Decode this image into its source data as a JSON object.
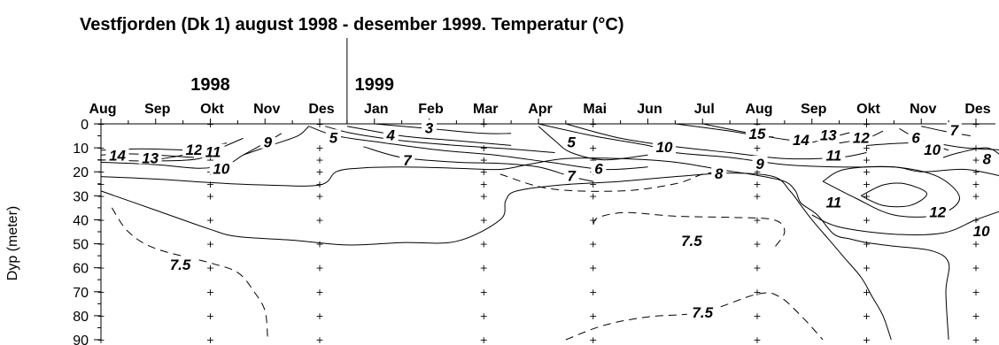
{
  "chart_data": {
    "type": "contour",
    "title": "Vestfjorden (Dk 1) august 1998 - desember 1999. Temperatur (°C)",
    "ylabel": "Dyp (meter)",
    "ylim": [
      0,
      90
    ],
    "y_reversed": true,
    "yticks": [
      0,
      10,
      20,
      30,
      40,
      50,
      60,
      70,
      80,
      90
    ],
    "years": [
      {
        "label": "1998",
        "month_index": 2
      },
      {
        "label": "1999",
        "month_index": 5
      }
    ],
    "year_divider_month": 4.5,
    "months": [
      "Aug",
      "Sep",
      "Okt",
      "Nov",
      "Des",
      "Jan",
      "Feb",
      "Mar",
      "Apr",
      "Mai",
      "Jun",
      "Jul",
      "Aug",
      "Sep",
      "Okt",
      "Nov",
      "Des"
    ],
    "station_months": [
      0,
      2,
      4,
      7,
      9,
      12,
      14,
      16
    ],
    "station_depths": [
      0,
      10,
      15,
      20,
      25,
      30,
      40,
      50,
      60,
      70,
      80,
      90
    ],
    "contours": [
      {
        "value": "14",
        "dashed": false,
        "points": [
          [
            0.0,
            11
          ],
          [
            0.5,
            10.5
          ],
          [
            1.0,
            10.5
          ],
          [
            1.6,
            11
          ]
        ],
        "label": [
          0.3,
          13.5
        ]
      },
      {
        "value": "13",
        "dashed": false,
        "points": [
          [
            0.0,
            13
          ],
          [
            0.5,
            12.5
          ],
          [
            1.0,
            13
          ],
          [
            1.7,
            14
          ]
        ],
        "label": [
          0.9,
          14.5
        ]
      },
      {
        "value": "12",
        "dashed": false,
        "points": [
          [
            1.0,
            15
          ],
          [
            1.5,
            13
          ],
          [
            2.0,
            9.5
          ],
          [
            2.3,
            8
          ]
        ],
        "label": [
          1.7,
          11
        ]
      },
      {
        "value": "11",
        "dashed": false,
        "points": [
          [
            0.0,
            15
          ],
          [
            1.0,
            15.5
          ],
          [
            1.8,
            14.5
          ],
          [
            2.2,
            10
          ],
          [
            2.6,
            6
          ]
        ],
        "label": [
          2.05,
          12
        ]
      },
      {
        "value": "10",
        "dashed": false,
        "points": [
          [
            0.0,
            16
          ],
          [
            1.0,
            17
          ],
          [
            1.8,
            18.5
          ],
          [
            2.3,
            17
          ],
          [
            2.6,
            13
          ],
          [
            3.0,
            8
          ],
          [
            3.3,
            4
          ]
        ],
        "label": [
          2.2,
          19
        ]
      },
      {
        "value": "9",
        "dashed": false,
        "points": [
          [
            0.0,
            22
          ],
          [
            1.0,
            23
          ],
          [
            2.0,
            24.5
          ],
          [
            3.0,
            25.5
          ],
          [
            4.0,
            25.5
          ],
          [
            4.3,
            20
          ],
          [
            4.7,
            18.5
          ],
          [
            5.5,
            18
          ],
          [
            6.5,
            18.5
          ],
          [
            7.3,
            19
          ],
          [
            7.8,
            17
          ],
          [
            8.5,
            14.5
          ],
          [
            9.5,
            14.5
          ],
          [
            10.5,
            16
          ],
          [
            11.3,
            19
          ],
          [
            12.0,
            21.5
          ],
          [
            12.5,
            24
          ],
          [
            12.7,
            28
          ],
          [
            12.8,
            33
          ],
          [
            13.1,
            38
          ],
          [
            13.4,
            46
          ],
          [
            13.7,
            48
          ],
          [
            14.0,
            49.5
          ],
          [
            14.5,
            51
          ],
          [
            15.2,
            53
          ],
          [
            15.5,
            58
          ],
          [
            15.45,
            70
          ],
          [
            15.5,
            90
          ]
        ],
        "label": [
          12.05,
          17
        ]
      },
      {
        "value": "9",
        "dashed": false,
        "points": [
          [
            2.6,
            13
          ],
          [
            3.1,
            9
          ],
          [
            3.6,
            5
          ],
          [
            3.8,
            1
          ]
        ],
        "label": [
          3.05,
          8
        ]
      },
      {
        "value": "8",
        "dashed": false,
        "points": [
          [
            0.0,
            28
          ],
          [
            1.0,
            36
          ],
          [
            2.0,
            44
          ],
          [
            2.5,
            47
          ],
          [
            3.5,
            48.5
          ],
          [
            4.5,
            50.5
          ],
          [
            5.5,
            49.5
          ],
          [
            6.5,
            49
          ],
          [
            7.3,
            40
          ],
          [
            7.4,
            32
          ],
          [
            7.6,
            28
          ],
          [
            8.4,
            25.5
          ],
          [
            9.5,
            24
          ],
          [
            10.5,
            22
          ],
          [
            11.5,
            20.5
          ],
          [
            12.3,
            22
          ],
          [
            12.6,
            28
          ],
          [
            12.8,
            34
          ],
          [
            13.0,
            40
          ],
          [
            13.3,
            48
          ],
          [
            13.6,
            56
          ],
          [
            13.9,
            64
          ],
          [
            14.1,
            72
          ],
          [
            14.3,
            80
          ],
          [
            14.45,
            90
          ]
        ],
        "label": [
          11.3,
          21
        ]
      },
      {
        "value": "8",
        "dashed": false,
        "points": [
          [
            15.4,
            14
          ],
          [
            15.7,
            12
          ],
          [
            16.2,
            10
          ],
          [
            16.5,
            14
          ]
        ],
        "label": [
          16.2,
          15
        ]
      },
      {
        "value": "7.5",
        "dashed": true,
        "points": [
          [
            0.2,
            35
          ],
          [
            0.5,
            45
          ],
          [
            1.0,
            52
          ],
          [
            2.0,
            58
          ],
          [
            2.5,
            62
          ],
          [
            2.8,
            70
          ],
          [
            3.0,
            78
          ],
          [
            3.05,
            90
          ]
        ],
        "label": [
          1.45,
          59
        ]
      },
      {
        "value": "7.5",
        "dashed": true,
        "points": [
          [
            9.0,
            42
          ],
          [
            9.1,
            39
          ],
          [
            9.6,
            37
          ],
          [
            10.5,
            38.5
          ],
          [
            11.5,
            39
          ],
          [
            12.3,
            40
          ],
          [
            12.5,
            45
          ],
          [
            12.3,
            52
          ]
        ],
        "label": [
          10.8,
          49
        ]
      },
      {
        "value": "7.5",
        "dashed": true,
        "points": [
          [
            8.5,
            90
          ],
          [
            9.2,
            84
          ],
          [
            10.0,
            80.5
          ],
          [
            11.0,
            78.5
          ],
          [
            12.0,
            71
          ],
          [
            12.4,
            72
          ],
          [
            12.8,
            80
          ],
          [
            13.2,
            90
          ]
        ],
        "label": [
          11.0,
          79
        ]
      },
      {
        "value": "7",
        "dashed": false,
        "points": [
          [
            4.8,
            9.5
          ],
          [
            5.5,
            14
          ],
          [
            6.5,
            16
          ],
          [
            7.3,
            16.5
          ],
          [
            8.0,
            18
          ],
          [
            8.6,
            22
          ],
          [
            9.0,
            24
          ]
        ],
        "label": [
          5.6,
          15.5
        ]
      },
      {
        "value": "7",
        "dashed": true,
        "points": [
          [
            7.3,
            21
          ],
          [
            8.2,
            27
          ],
          [
            9.5,
            28
          ],
          [
            10.5,
            25
          ],
          [
            11.0,
            21
          ],
          [
            11.3,
            20
          ]
        ],
        "label": [
          8.6,
          22
        ]
      },
      {
        "value": "6",
        "dashed": false,
        "points": [
          [
            3.8,
            1
          ],
          [
            4.3,
            5
          ],
          [
            5.2,
            8
          ],
          [
            6.2,
            11
          ],
          [
            7.2,
            13
          ],
          [
            8.2,
            16
          ],
          [
            9.2,
            19
          ],
          [
            10.0,
            18
          ]
        ],
        "label": [
          9.1,
          19
        ]
      },
      {
        "value": "6",
        "dashed": false,
        "points": [
          [
            14.6,
            2
          ],
          [
            15.0,
            7
          ],
          [
            15.5,
            11
          ]
        ],
        "label": [
          14.9,
          6
        ]
      },
      {
        "value": "5",
        "dashed": false,
        "points": [
          [
            4.1,
            1
          ],
          [
            4.6,
            4
          ],
          [
            5.5,
            7
          ],
          [
            6.5,
            9
          ],
          [
            7.5,
            10.5
          ],
          [
            8.3,
            12
          ]
        ],
        "label": [
          4.25,
          6
        ]
      },
      {
        "value": "5",
        "dashed": false,
        "points": [
          [
            8.0,
            1
          ],
          [
            8.3,
            7
          ],
          [
            8.6,
            12
          ],
          [
            9.2,
            15
          ],
          [
            10.0,
            13
          ]
        ],
        "label": [
          8.6,
          8
        ]
      },
      {
        "value": "4",
        "dashed": false,
        "points": [
          [
            4.5,
            1
          ],
          [
            5.5,
            5
          ],
          [
            6.5,
            7
          ],
          [
            7.5,
            9
          ]
        ],
        "label": [
          5.3,
          5
        ]
      },
      {
        "value": "3",
        "dashed": false,
        "points": [
          [
            5.0,
            0
          ],
          [
            6.0,
            2
          ],
          [
            7.0,
            4
          ],
          [
            7.5,
            4
          ]
        ],
        "label": [
          6.0,
          2
        ]
      },
      {
        "value": "10",
        "dashed": false,
        "points": [
          [
            8.0,
            0
          ],
          [
            9.0,
            5
          ],
          [
            10.0,
            9
          ],
          [
            10.5,
            12
          ],
          [
            11.5,
            14
          ],
          [
            12.5,
            17
          ],
          [
            13.5,
            18
          ],
          [
            14.5,
            18
          ],
          [
            15.0,
            20
          ],
          [
            15.8,
            19
          ],
          [
            16.5,
            22
          ]
        ],
        "label": [
          10.3,
          10
        ]
      },
      {
        "value": "10",
        "dashed": false,
        "points": [
          [
            14.0,
            9
          ],
          [
            14.7,
            8
          ],
          [
            15.2,
            8
          ],
          [
            15.8,
            10
          ],
          [
            16.6,
            11
          ]
        ],
        "label": [
          15.2,
          11
        ]
      },
      {
        "value": "10",
        "dashed": false,
        "points": [
          [
            13.0,
            38
          ],
          [
            13.5,
            43
          ],
          [
            14.5,
            46
          ],
          [
            15.4,
            45.5
          ],
          [
            16.0,
            40
          ],
          [
            16.5,
            36
          ]
        ],
        "label": [
          16.1,
          45
        ]
      },
      {
        "value": "11",
        "dashed": false,
        "points": [
          [
            8.5,
            0
          ],
          [
            9.5,
            6
          ],
          [
            10.5,
            9.5
          ],
          [
            11.5,
            12
          ],
          [
            12.5,
            14.5
          ],
          [
            13.5,
            14
          ],
          [
            14.0,
            12
          ]
        ],
        "label": [
          13.4,
          13.5
        ]
      },
      {
        "value": "11",
        "dashed": false,
        "points": [
          [
            13.2,
            24
          ],
          [
            13.8,
            31
          ],
          [
            14.5,
            38
          ],
          [
            15.3,
            38
          ],
          [
            15.7,
            31
          ],
          [
            15.3,
            22
          ],
          [
            14.5,
            18
          ],
          [
            13.6,
            19
          ],
          [
            13.2,
            24
          ]
        ],
        "label": [
          13.4,
          33
        ]
      },
      {
        "value": "12",
        "dashed": false,
        "points": [
          [
            13.5,
            8
          ],
          [
            14.0,
            6
          ],
          [
            14.3,
            3
          ]
        ],
        "label": [
          13.9,
          6
        ]
      },
      {
        "value": "12",
        "dashed": false,
        "points": [
          [
            13.9,
            30
          ],
          [
            14.3,
            25.5
          ],
          [
            14.7,
            25
          ],
          [
            15.1,
            29
          ],
          [
            14.8,
            34
          ],
          [
            14.3,
            34
          ],
          [
            13.9,
            30
          ]
        ],
        "label": [
          15.3,
          37
        ]
      },
      {
        "value": "13",
        "dashed": false,
        "points": [
          [
            12.8,
            9
          ],
          [
            13.3,
            6
          ],
          [
            13.8,
            3
          ]
        ],
        "label": [
          13.3,
          5
        ]
      },
      {
        "value": "14",
        "dashed": false,
        "points": [
          [
            11.0,
            0
          ],
          [
            12.0,
            4.5
          ],
          [
            12.5,
            6.5
          ],
          [
            13.0,
            7.5
          ]
        ],
        "label": [
          12.8,
          7
        ]
      },
      {
        "value": "15",
        "dashed": false,
        "points": [
          [
            10.5,
            0
          ],
          [
            11.5,
            3
          ],
          [
            12.0,
            5
          ],
          [
            12.3,
            5.5
          ]
        ],
        "label": [
          12.0,
          4.5
        ]
      },
      {
        "value": "7",
        "dashed": false,
        "points": [
          [
            15.0,
            1
          ],
          [
            15.4,
            3
          ],
          [
            15.9,
            5
          ]
        ],
        "label": [
          15.6,
          3
        ]
      }
    ]
  }
}
